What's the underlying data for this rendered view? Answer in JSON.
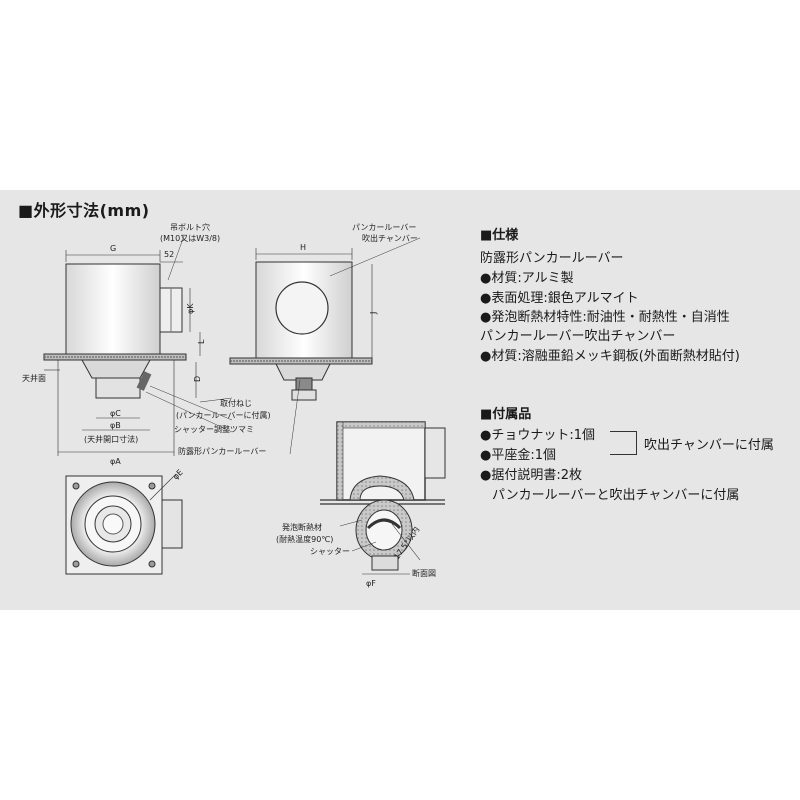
{
  "section_title": "■外形寸法(mm)",
  "spec": {
    "heading": "■仕様",
    "lines": [
      "防露形パンカールーバー",
      "●材質:アルミ製",
      "●表面処理:銀色アルマイト",
      "●発泡断熱材特性:耐油性・耐熱性・自消性",
      "パンカールーバー吹出チャンバー",
      "●材質:溶融亜鉛メッキ鋼板(外面断熱材貼付)"
    ]
  },
  "accessories": {
    "heading": "■付属品",
    "items": [
      "●チョウナット:1個",
      "●平座金:1個",
      "●据付説明書:2枚"
    ],
    "bracket_note": "吹出チャンバーに付属",
    "last_note": "パンカールーバーと吹出チャンバーに付属"
  },
  "diagram": {
    "labels": {
      "hanger_bolt_hole": "吊ボルト穴",
      "hanger_bolt_spec": "(M10又はW3/8)",
      "dim_52": "52",
      "dim_G": "G",
      "dim_H": "H",
      "dim_K": "φK",
      "dim_L": "L",
      "dim_J": "J",
      "dim_D": "D",
      "dim_C": "φC",
      "dim_B": "φB",
      "ceiling_opening": "(天井開口寸法)",
      "dim_A": "φA",
      "dim_E": "φE",
      "dim_F": "φF",
      "ceiling_surface": "天井面",
      "mounting_screw": "取付ねじ",
      "mounting_screw_note": "(パンカールーバーに付属)",
      "shutter_knob": "シャッター調整ツマミ",
      "louver_name": "防露形パンカールーバー",
      "chamber_label_1": "パンカールーバー",
      "chamber_label_2": "吹出チャンバー",
      "foam_insulation": "発泡断熱材",
      "heat_resistance": "(耐熱温度90℃)",
      "shutter": "シャッター",
      "angle": "17.5°以内",
      "section_view": "断面図"
    }
  }
}
